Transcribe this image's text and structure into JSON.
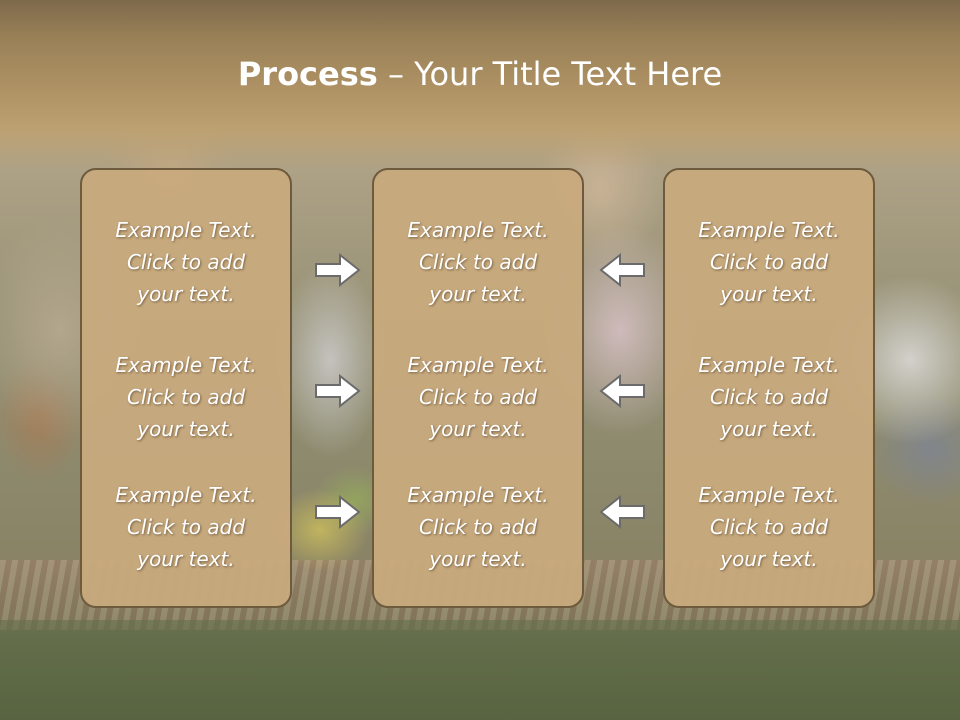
{
  "title": {
    "bold": "Process",
    "rest": " – Your Title Text Here"
  },
  "columns": [
    {
      "blocks": [
        [
          "Example Text.",
          "Click  to add",
          "your text."
        ],
        [
          "Example Text.",
          "Click  to add",
          "your text."
        ],
        [
          "Example Text.",
          "Click  to add",
          "your text."
        ]
      ]
    },
    {
      "blocks": [
        [
          "Example Text.",
          "Click  to add",
          "your text."
        ],
        [
          "Example Text.",
          "Click  to add",
          "your text."
        ],
        [
          "Example Text.",
          "Click  to add",
          "your text."
        ]
      ]
    },
    {
      "blocks": [
        [
          "Example Text.",
          "Click  to add",
          "your text."
        ],
        [
          "Example Text.",
          "Click  to add",
          "your text."
        ],
        [
          "Example Text.",
          "Click  to add",
          "your text."
        ]
      ]
    }
  ],
  "arrows": {
    "left": "arrow-right-icon",
    "right": "arrow-left-icon"
  },
  "colors": {
    "box_fill": "#c8aa7d",
    "box_border": "#6e5a3c",
    "text": "#ffffff",
    "title_band": "#9a8157"
  }
}
